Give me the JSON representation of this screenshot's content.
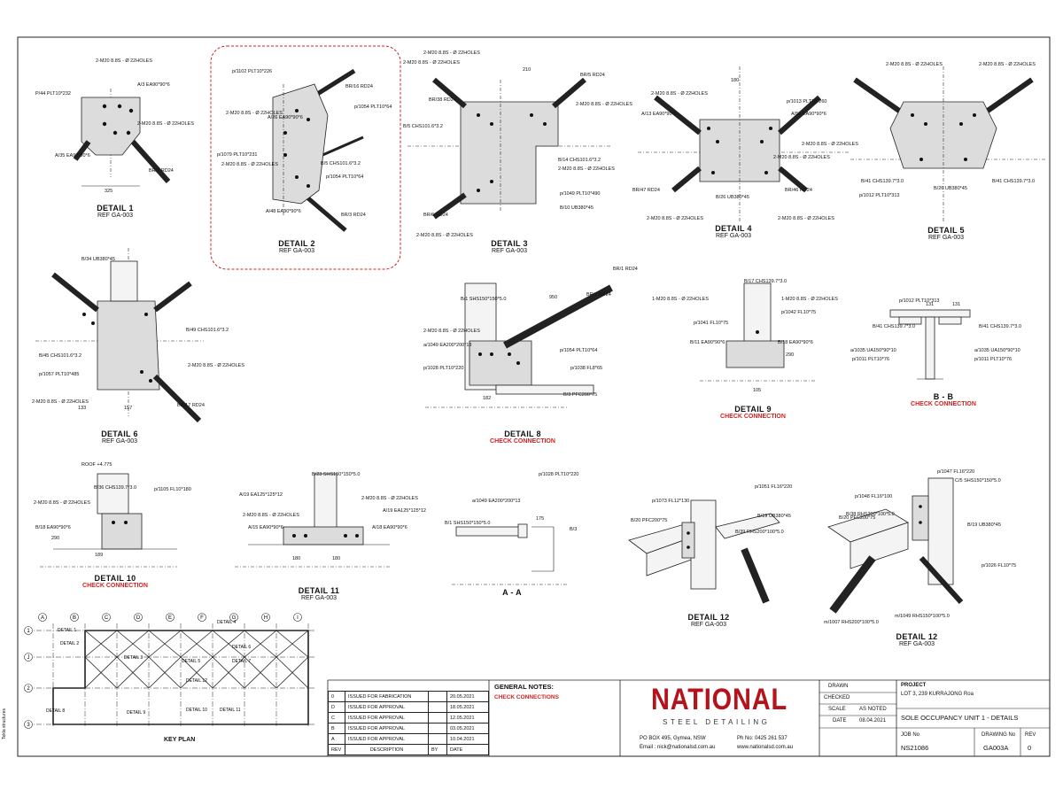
{
  "details": [
    {
      "id": "d1",
      "title": "DETAIL 1",
      "ref": "REF GA-003",
      "check": ""
    },
    {
      "id": "d2",
      "title": "DETAIL 2",
      "ref": "REF GA-003",
      "check": ""
    },
    {
      "id": "d3",
      "title": "DETAIL 3",
      "ref": "REF GA-003",
      "check": ""
    },
    {
      "id": "d4",
      "title": "DETAIL 4",
      "ref": "REF GA-003",
      "check": ""
    },
    {
      "id": "d5",
      "title": "DETAIL 5",
      "ref": "REF GA-003",
      "check": ""
    },
    {
      "id": "d6",
      "title": "DETAIL 6",
      "ref": "REF GA-003",
      "check": ""
    },
    {
      "id": "d8",
      "title": "DETAIL 8",
      "ref": "",
      "check": "CHECK CONNECTION"
    },
    {
      "id": "d9",
      "title": "DETAIL 9",
      "ref": "",
      "check": "CHECK CONNECTION"
    },
    {
      "id": "bb",
      "title": "B - B",
      "ref": "",
      "check": "CHECK CONNECTION"
    },
    {
      "id": "d10",
      "title": "DETAIL 10",
      "ref": "",
      "check": "CHECK CONNECTION"
    },
    {
      "id": "d11",
      "title": "DETAIL 11",
      "ref": "REF GA-003",
      "check": ""
    },
    {
      "id": "aa",
      "title": "A - A",
      "ref": "",
      "check": ""
    },
    {
      "id": "d12a",
      "title": "DETAIL 12",
      "ref": "REF GA-003",
      "check": ""
    },
    {
      "id": "d12b",
      "title": "DETAIL 12",
      "ref": "REF GA-003",
      "check": ""
    }
  ],
  "labels": {
    "d1": [
      "2-M20 8.8S - Ø 22HOLES",
      "P/44 PLT10*232",
      "A/3 EA90*90*6",
      "2-M20 8.8S - Ø 22HOLES",
      "A/35 EA90*90*6",
      "BR/2 RD24",
      "325"
    ],
    "d2": [
      "p/1102 PLT10*226",
      "2-M20 8.8S - Ø 22HOLES",
      "p/1054 PLT10*64",
      "BR/16 RD24",
      "A/26 EA90*90*6",
      "p/1079 PLT10*231",
      "B/5 CHS101.6*3.2",
      "2-M20 8.8S - Ø 22HOLES",
      "p/1054 PLT10*64",
      "A/48 EA90*90*6",
      "BR/3 RD24"
    ],
    "d3": [
      "2-M20 8.8S - Ø 22HOLES",
      "2-M20 8.8S - Ø 22HOLES",
      "BR/38 RD24",
      "2-M20 8.8S - Ø 22HOLES",
      "BR/5 RD24",
      "B/5 CHS101.6*3.2",
      "B/14 CHS101.6*3.2",
      "2-M20 8.8S - Ø 22HOLES",
      "p/1049 PLT10*490",
      "B/10 UB380*45",
      "BR/6 RD24",
      "2-M20 8.8S - Ø 22HOLES",
      "210"
    ],
    "d4": [
      "2-M20 8.8S - Ø 22HOLES",
      "p/1013 PLT10*260",
      "A/13 EA90*90*6",
      "A/54 EA90*90*6",
      "2-M20 8.8S - Ø 22HOLES",
      "2-M20 8.8S - Ø 22HOLES",
      "B/26 UB380*45",
      "BR/47 RD24",
      "BR/46 RD24",
      "2-M20 8.8S - Ø 22HOLES",
      "2-M20 8.8S - Ø 22HOLES",
      "180"
    ],
    "d5": [
      "2-M20 8.8S - Ø 22HOLES",
      "2-M20 8.8S - Ø 22HOLES",
      "B/41 CHS139.7*3.0",
      "B/41 CHS139.7*3.0",
      "p/1012 PLT10*313",
      "B/26 UB380*45"
    ],
    "d6": [
      "B/34 UB380*45",
      "B/49 CHS101.6*3.2",
      "B/45 CHS101.6*3.2",
      "2-M20 8.8S - Ø 22HOLES",
      "p/1057 PLT10*485",
      "2-M20 8.8S - Ø 22HOLES",
      "BR/17 RD24",
      "133",
      "157"
    ],
    "d8": [
      "BR/1 RD24",
      "B/1 SHS150*150*5.0",
      "2-M20 8.8S - Ø 22HOLES",
      "a/1049 EA200*200*13",
      "p/1028 PLT10*220",
      "BR/1 RD24",
      "p/1054 PLT10*64",
      "p/1038 FL8*65",
      "B/3 PFC200*75",
      "182",
      "950"
    ],
    "d9": [
      "1-M20 8.8S - Ø 22HOLES",
      "1-M20 8.8S - Ø 22HOLES",
      "B/17 CHS139.7*3.0",
      "p/1041 FL10*75",
      "p/1042 FL10*75",
      "B/11 EA90*90*6",
      "B/18 EA90*90*6",
      "105",
      "290"
    ],
    "bb": [
      "p/1012 PLT10*313",
      "B/41 CHS139.7*3.0",
      "B/41 CHS139.7*3.0",
      "a/1035 UA150*90*10",
      "a/1035 UA150*90*10",
      "p/1011 PLT10*76",
      "p/1011 PLT10*76",
      "131",
      "131"
    ],
    "d10": [
      "ROOF +4.775",
      "2-M20 8.8S - Ø 22HOLES",
      "B/36 CHS139.7*3.0",
      "p/1105 FL10*180",
      "B/18 EA90*90*6",
      "189",
      "290"
    ],
    "d11": [
      "A/19 EA125*125*12",
      "B/23 SHS150*150*5.0",
      "2-M20 8.8S - Ø 22HOLES",
      "2-M20 8.8S - Ø 22HOLES",
      "A/19 EA125*125*12",
      "A/15 EA90*90*6",
      "A/18 EA90*90*6",
      "180",
      "180"
    ],
    "aa": [
      "p/1028 PLT10*220",
      "a/1049 EA200*200*13",
      "B/1 SHS150*150*5.0",
      "B/3",
      "175"
    ],
    "d12a": [
      "p/1073 FL12*130",
      "p/1051 FL16*220",
      "B/20 PFC200*75",
      "B/19 UB380*45",
      "B/39 RHS200*100*5.0"
    ],
    "d12b": [
      "p/1048 FL16*100",
      "p/1047 FL16*220",
      "B/20 PFC200*75",
      "C/5 SHS150*150*5.0",
      "B/38 RHS200*100*5.0",
      "B/19 UB380*45",
      "p/1026 FL10*75",
      "m/1007 RHS200*100*5.0",
      "m/1049 RHS150*100*5.0"
    ]
  },
  "keyplan": {
    "title": "KEY PLAN",
    "cols": [
      "A",
      "B",
      "C",
      "D",
      "E",
      "F",
      "G",
      "H",
      "I"
    ],
    "rows": [
      "1",
      "J",
      "2",
      "3"
    ],
    "detail_tags": [
      "DETAIL 1",
      "DETAIL 2",
      "DETAIL 3",
      "DETAIL 4",
      "DETAIL 5",
      "DETAIL 6",
      "DETAIL 7",
      "DETAIL 8",
      "DETAIL 9",
      "DETAIL 10",
      "DETAIL 11",
      "DETAIL 12"
    ]
  },
  "revisions": {
    "rows": [
      {
        "rev": "0",
        "desc": "ISSUED FOR FABRICATION",
        "by": "",
        "date": "20.05.2021"
      },
      {
        "rev": "D",
        "desc": "ISSUED FOR APPROVAL",
        "by": "",
        "date": "18.05.2021"
      },
      {
        "rev": "C",
        "desc": "ISSUED FOR APPROVAL",
        "by": "",
        "date": "12.05.2021"
      },
      {
        "rev": "B",
        "desc": "ISSUED FOR APPROVAL",
        "by": "",
        "date": "03.05.2021"
      },
      {
        "rev": "A",
        "desc": "ISSUED FOR APPROVAL",
        "by": "",
        "date": "10.04.2021"
      }
    ],
    "headers": {
      "rev": "REV",
      "desc": "DESCRIPTION",
      "by": "BY",
      "date": "DATE"
    }
  },
  "notes": {
    "title": "GENERAL NOTES:",
    "body": "CHECK CONNECTIONS"
  },
  "company": {
    "name": "NATIONAL",
    "sub": "STEEL DETAILING",
    "address": "PO BOX 495, Gymea, NSW",
    "phone": "Ph No: 0425 261 537",
    "email": "Email : nick@nationalsd.com.au",
    "web": "www.nationalsd.com.au",
    "brand_color": "#b5121b"
  },
  "titleblock": {
    "drawn_label": "DRAWN",
    "drawn": "",
    "checked_label": "CHECKED",
    "checked": "",
    "scale_label": "SCALE",
    "scale": "AS NOTED",
    "date_label": "DATE",
    "date": "08.04.2021",
    "project_label": "PROJECT",
    "project": "LOT 3, 239 KURRAJONG Roa",
    "sheet_title": "SOLE OCCUPANCY UNIT 1 - DETAILS",
    "job_label": "JOB No",
    "job": "NS21086",
    "dwg_label": "DRAWING No",
    "dwg": "GA003A",
    "rev_label": "REV",
    "rev": "0"
  },
  "sidebar_text": "Tekla structures"
}
